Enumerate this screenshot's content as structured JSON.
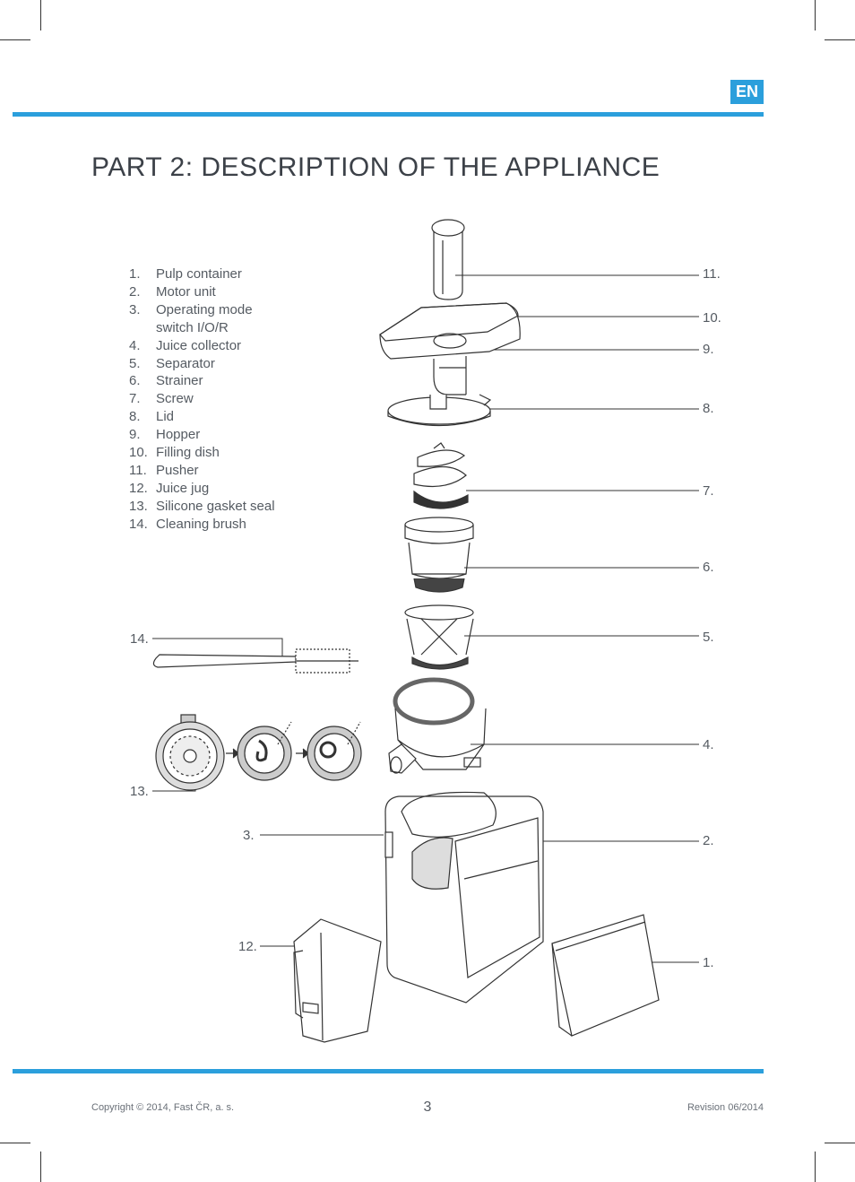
{
  "header": {
    "lang_badge": "EN"
  },
  "title": "PART 2: DESCRIPTION OF THE APPLIANCE",
  "parts": [
    {
      "num": "1.",
      "label": "Pulp container"
    },
    {
      "num": "2.",
      "label": "Motor unit"
    },
    {
      "num": "3.",
      "label": "Operating mode switch I/O/R"
    },
    {
      "num": "4.",
      "label": "Juice collector"
    },
    {
      "num": "5.",
      "label": "Separator"
    },
    {
      "num": "6.",
      "label": "Strainer"
    },
    {
      "num": "7.",
      "label": "Screw"
    },
    {
      "num": "8.",
      "label": "Lid"
    },
    {
      "num": "9.",
      "label": "Hopper"
    },
    {
      "num": "10.",
      "label": "Filling dish"
    },
    {
      "num": "11.",
      "label": "Pusher"
    },
    {
      "num": "12.",
      "label": "Juice jug"
    },
    {
      "num": "13.",
      "label": "Silicone gasket seal"
    },
    {
      "num": "14.",
      "label": "Cleaning brush"
    }
  ],
  "callouts": {
    "c11": "11.",
    "c10": "10.",
    "c9": "9.",
    "c8": "8.",
    "c7": "7.",
    "c6": "6.",
    "c5": "5.",
    "c4": "4.",
    "c2": "2.",
    "c1": "1.",
    "c3": "3.",
    "c12": "12.",
    "c14": "14.",
    "c13": "13."
  },
  "footer": {
    "copyright": "Copyright © 2014, Fast ČR, a. s.",
    "page_number": "3",
    "revision": "Revision 06/2014"
  },
  "colors": {
    "accent_blue": "#2b9fdc",
    "line": "#333333"
  }
}
